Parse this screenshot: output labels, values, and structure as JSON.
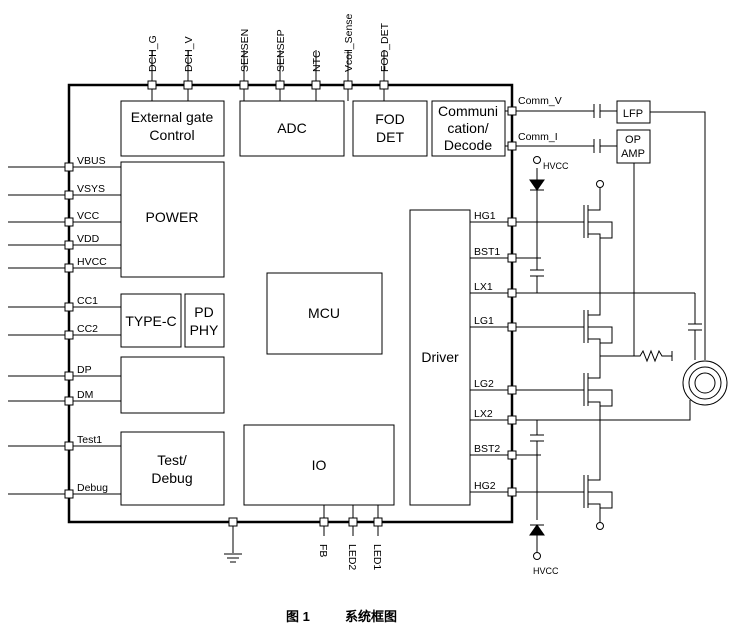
{
  "top_pins": [
    "DCH_G",
    "DCH_V",
    "SENSEN",
    "SENSEP",
    "NTC",
    "Vcoil_Sense",
    "FOD_DET"
  ],
  "left_pins": [
    "VBUS",
    "VSYS",
    "VCC",
    "VDD",
    "HVCC",
    "CC1",
    "CC2",
    "DP",
    "DM",
    "Test1",
    "Debug"
  ],
  "right_pins": [
    "Comm_V",
    "Comm_I",
    "HG1",
    "BST1",
    "LX1",
    "LG1",
    "LG2",
    "LX2",
    "BST2",
    "HG2"
  ],
  "bottom_pins": [
    "FB",
    "LED2",
    "LED1"
  ],
  "blocks": {
    "ext_gate_1": "External gate",
    "ext_gate_2": "Control",
    "adc": "ADC",
    "fod_1": "FOD",
    "fod_2": "DET",
    "comm_1": "Communi",
    "comm_2": "cation/",
    "comm_3": "Decode",
    "power": "POWER",
    "typec": "TYPE-C",
    "pd_1": "PD",
    "pd_2": "PHY",
    "mcu": "MCU",
    "driver": "Driver",
    "test_1": "Test/",
    "test_2": "Debug",
    "io": "IO"
  },
  "external": {
    "lfp": "LFP",
    "op_1": "OP",
    "op_2": "AMP",
    "hvcc_top": "HVCC",
    "hvcc_bottom": "HVCC"
  },
  "caption": {
    "figure": "图 1",
    "title": "系统框图"
  }
}
